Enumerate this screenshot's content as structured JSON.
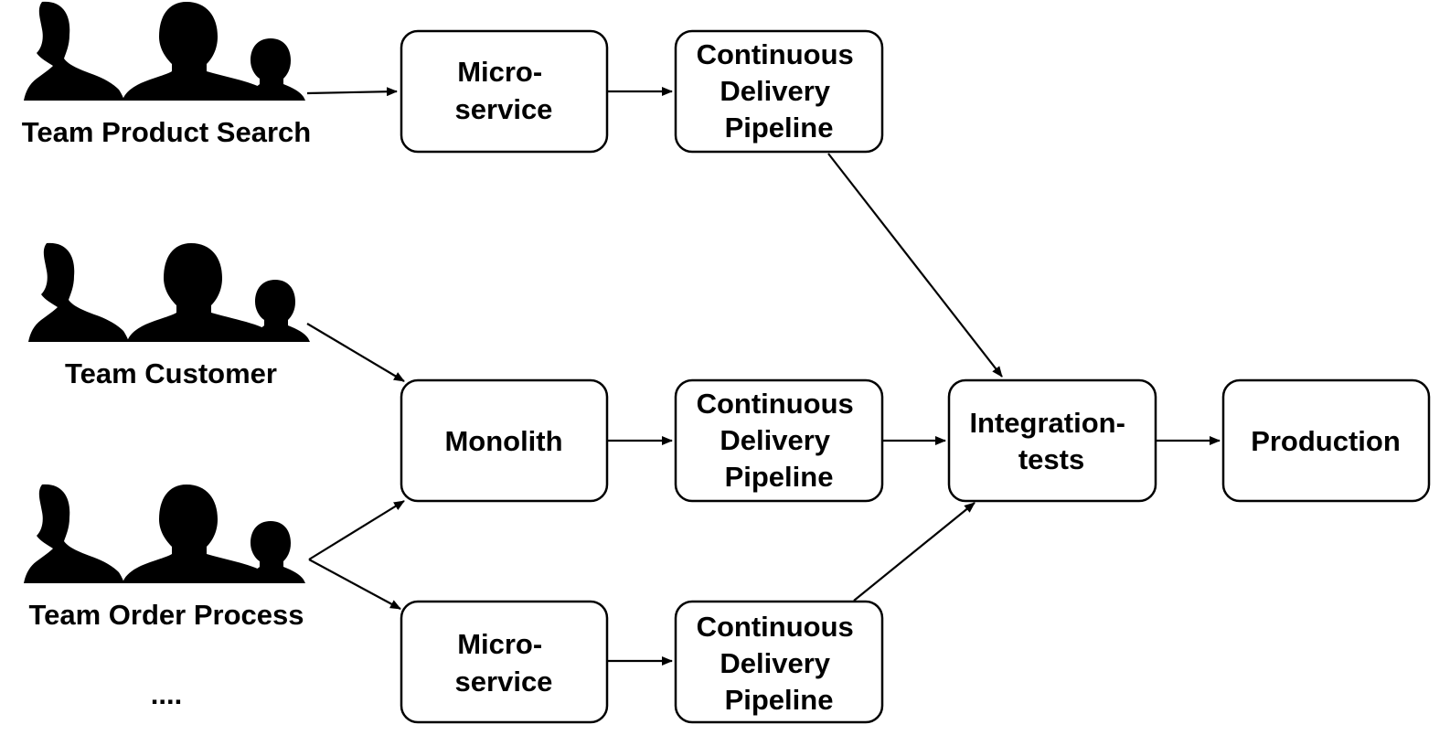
{
  "teams": [
    {
      "id": "product-search",
      "label": "Team Product Search"
    },
    {
      "id": "customer",
      "label": "Team Customer"
    },
    {
      "id": "order-process",
      "label": "Team Order Process"
    }
  ],
  "ellipsis": "....",
  "nodes": {
    "microservice_top": {
      "lines": [
        "Micro-",
        "service"
      ]
    },
    "cd_top": {
      "lines": [
        "Continuous",
        "Delivery",
        "Pipeline"
      ]
    },
    "monolith": {
      "lines": [
        "Monolith"
      ]
    },
    "cd_mid": {
      "lines": [
        "Continuous",
        "Delivery",
        "Pipeline"
      ]
    },
    "integration": {
      "lines": [
        "Integration-",
        "tests"
      ]
    },
    "production": {
      "lines": [
        "Production"
      ]
    },
    "microservice_bottom": {
      "lines": [
        "Micro-",
        "service"
      ]
    },
    "cd_bottom": {
      "lines": [
        "Continuous",
        "Delivery",
        "Pipeline"
      ]
    }
  },
  "icons": [
    "team-people-icon",
    "team-people-icon",
    "team-people-icon"
  ]
}
